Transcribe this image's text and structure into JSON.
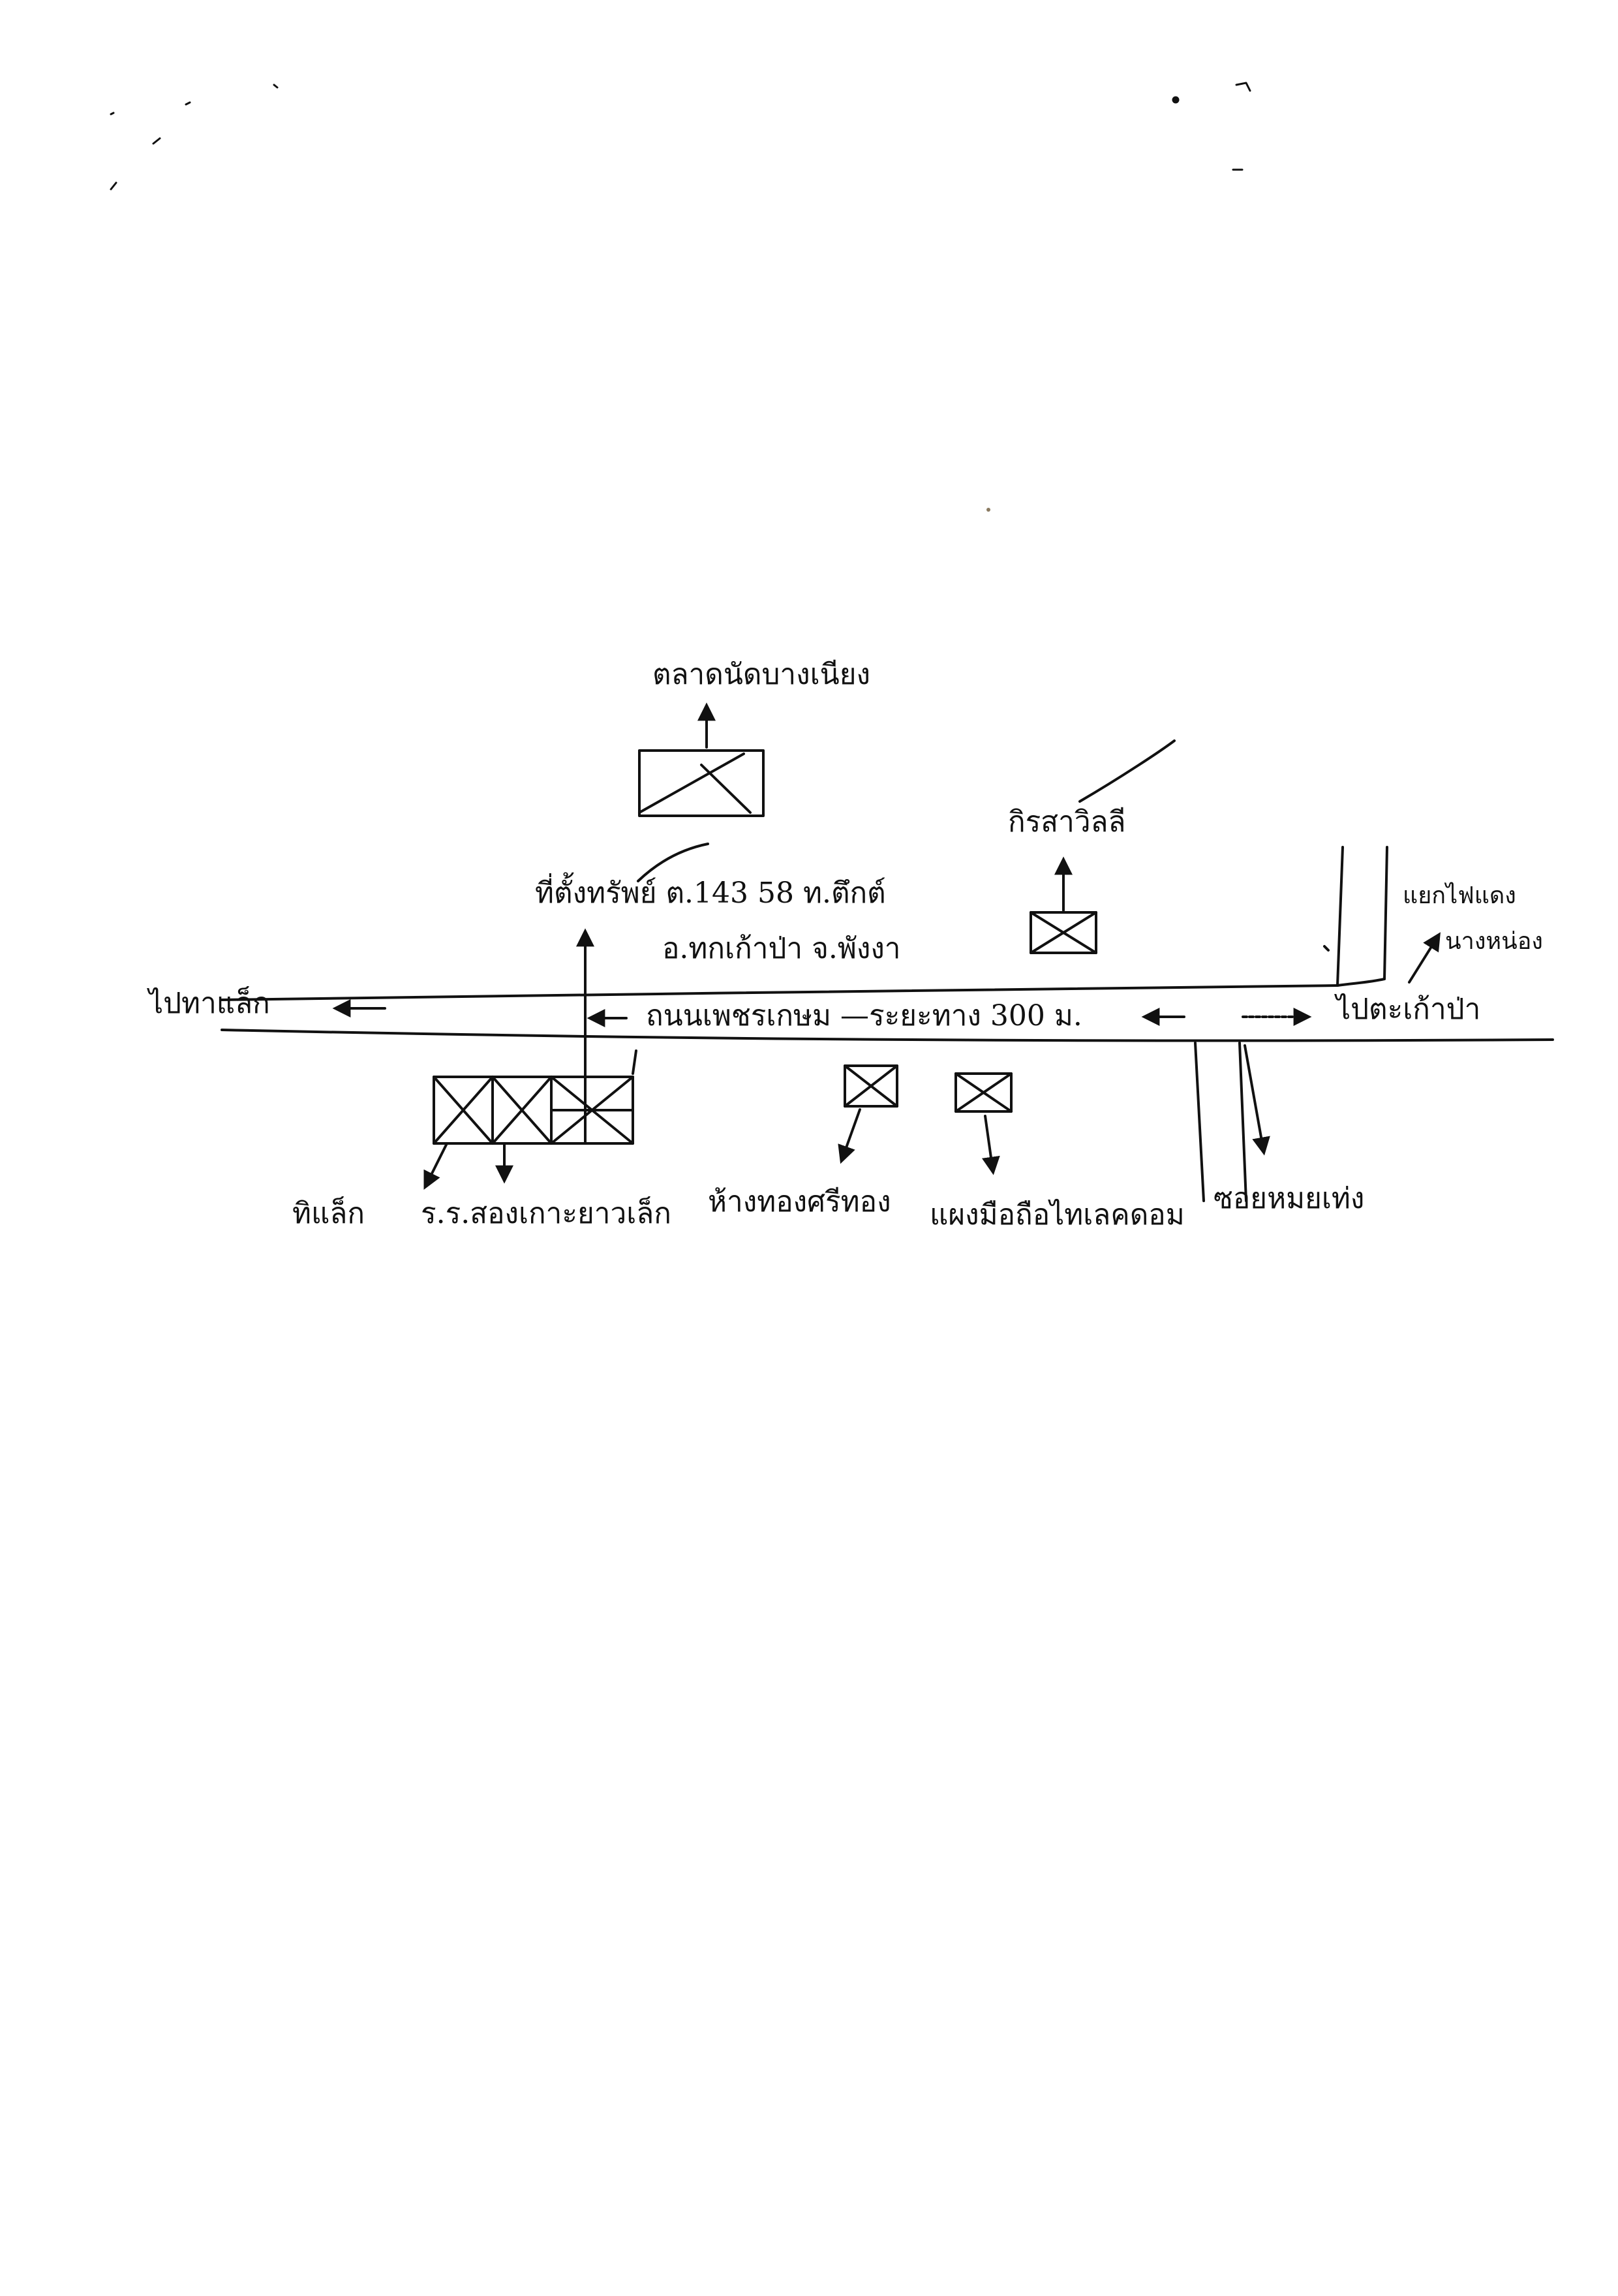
{
  "map": {
    "labels": {
      "market": "ตลาดนัดบางเนียง",
      "house": "ที่ตั้งทรัพย์ ต.143 58 ท.ตึกต์",
      "house_line2": "อ.ทกเก้าป่า จ.พังงา",
      "villa": "กิรสาวิลลี",
      "to_left": "ไปทาแล็ก",
      "road": "ถนนเพชรเกษม —ระยะทาง 300 ม.",
      "to_right": "ไปตะเก้าป่า",
      "junction_1": "แยกไฟแดง",
      "junction_2": "นางหน่อง",
      "temple": "ทิแล็ก",
      "school": "ร.ร.สองเกาะยาวเล็ก",
      "gold_shop": "ห้างทองศรีทอง",
      "mobile_shop": "แผงมือถือไทเลคดอม",
      "soi": "ซอยหมยเท่ง"
    }
  }
}
